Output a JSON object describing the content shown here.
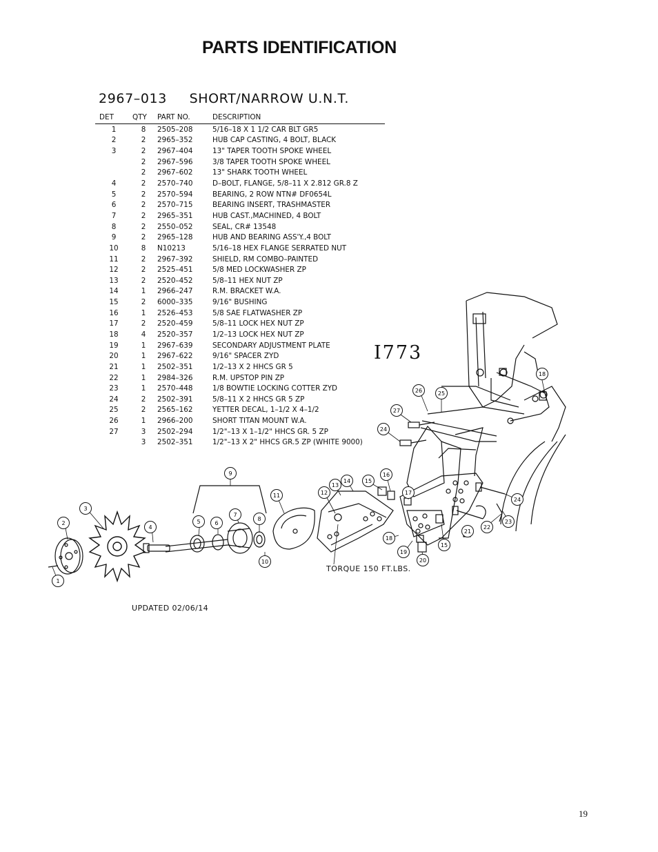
{
  "page": {
    "title": "PARTS IDENTIFICATION",
    "page_number": "19"
  },
  "sheet": {
    "part_number": "2967–013",
    "name": "SHORT/NARROW U.N.T.",
    "drawing_id": "I773",
    "updated": "UPDATED 02/06/14",
    "torque_note": "TORQUE 150 FT.LBS."
  },
  "table": {
    "headers": {
      "det": "DET",
      "qty": "QTY",
      "part": "PART NO.",
      "desc": "DESCRIPTION"
    },
    "rows": [
      {
        "det": "1",
        "qty": "8",
        "part": "2505–208",
        "desc": "5/16–18 X 1 1/2 CAR BLT GR5"
      },
      {
        "det": "2",
        "qty": "2",
        "part": "2965–352",
        "desc": "HUB CAP CASTING, 4 BOLT, BLACK"
      },
      {
        "det": "3",
        "qty": "2",
        "part": "2967–404",
        "desc": "13\" TAPER TOOTH SPOKE WHEEL"
      },
      {
        "det": "",
        "qty": "2",
        "part": "2967–596",
        "desc": "3/8 TAPER TOOTH SPOKE WHEEL"
      },
      {
        "det": "",
        "qty": "2",
        "part": "2967–602",
        "desc": "13\" SHARK TOOTH WHEEL"
      },
      {
        "det": "4",
        "qty": "2",
        "part": "2570–740",
        "desc": "D–BOLT, FLANGE, 5/8–11 X 2.812 GR.8 Z"
      },
      {
        "det": "5",
        "qty": "2",
        "part": "2570–594",
        "desc": "BEARING, 2 ROW NTN# DF0654L"
      },
      {
        "det": "6",
        "qty": "2",
        "part": "2570–715",
        "desc": "BEARING INSERT, TRASHMASTER"
      },
      {
        "det": "7",
        "qty": "2",
        "part": "2965–351",
        "desc": "HUB CAST.,MACHINED, 4 BOLT"
      },
      {
        "det": "8",
        "qty": "2",
        "part": "2550–052",
        "desc": "SEAL, CR# 13548"
      },
      {
        "det": "9",
        "qty": "2",
        "part": "2965–128",
        "desc": "HUB AND BEARING ASS'Y.,4 BOLT"
      },
      {
        "det": "10",
        "qty": "8",
        "part": "N10213",
        "desc": "5/16–18 HEX FLANGE SERRATED NUT"
      },
      {
        "det": "11",
        "qty": "2",
        "part": "2967–392",
        "desc": "SHIELD, RM COMBO–PAINTED"
      },
      {
        "det": "12",
        "qty": "2",
        "part": "2525–451",
        "desc": "5/8 MED LOCKWASHER ZP"
      },
      {
        "det": "13",
        "qty": "2",
        "part": "2520–452",
        "desc": "5/8–11 HEX NUT ZP"
      },
      {
        "det": "14",
        "qty": "1",
        "part": "2966–247",
        "desc": "R.M. BRACKET W.A."
      },
      {
        "det": "15",
        "qty": "2",
        "part": "6000–335",
        "desc": "9/16\" BUSHING"
      },
      {
        "det": "16",
        "qty": "1",
        "part": "2526–453",
        "desc": "5/8 SAE FLATWASHER ZP"
      },
      {
        "det": "17",
        "qty": "2",
        "part": "2520–459",
        "desc": "5/8–11 LOCK HEX NUT ZP"
      },
      {
        "det": "18",
        "qty": "4",
        "part": "2520–357",
        "desc": "1/2–13 LOCK HEX NUT ZP"
      },
      {
        "det": "19",
        "qty": "1",
        "part": "2967–639",
        "desc": "SECONDARY ADJUSTMENT PLATE"
      },
      {
        "det": "20",
        "qty": "1",
        "part": "2967–622",
        "desc": "9/16\" SPACER ZYD"
      },
      {
        "det": "21",
        "qty": "1",
        "part": "2502–351",
        "desc": "1/2–13 X 2 HHCS GR 5"
      },
      {
        "det": "22",
        "qty": "1",
        "part": "2984–326",
        "desc": "R.M. UPSTOP PIN ZP"
      },
      {
        "det": "23",
        "qty": "1",
        "part": "2570–448",
        "desc": "1/8 BOWTIE LOCKING COTTER ZYD"
      },
      {
        "det": "24",
        "qty": "2",
        "part": "2502–391",
        "desc": "5/8–11 X 2 HHCS GR 5 ZP"
      },
      {
        "det": "25",
        "qty": "2",
        "part": "2565–162",
        "desc": "YETTER DECAL, 1–1/2 X 4–1/2"
      },
      {
        "det": "26",
        "qty": "1",
        "part": "2966–200",
        "desc": "SHORT TITAN MOUNT W.A."
      },
      {
        "det": "27",
        "qty": "3",
        "part": "2502–294",
        "desc": "1/2\"–13 X 1–1/2\" HHCS GR. 5 ZP"
      },
      {
        "det": "",
        "qty": "3",
        "part": "2502–351",
        "desc": "1/2\"–13 X 2\" HHCS GR.5 ZP (WHITE 9000)"
      }
    ]
  },
  "callouts": [
    "1",
    "2",
    "3",
    "4",
    "5",
    "6",
    "7",
    "8",
    "9",
    "10",
    "11",
    "12",
    "13",
    "14",
    "15",
    "15",
    "16",
    "17",
    "18",
    "18",
    "19",
    "20",
    "21",
    "22",
    "23",
    "24",
    "24",
    "25",
    "26",
    "27"
  ]
}
